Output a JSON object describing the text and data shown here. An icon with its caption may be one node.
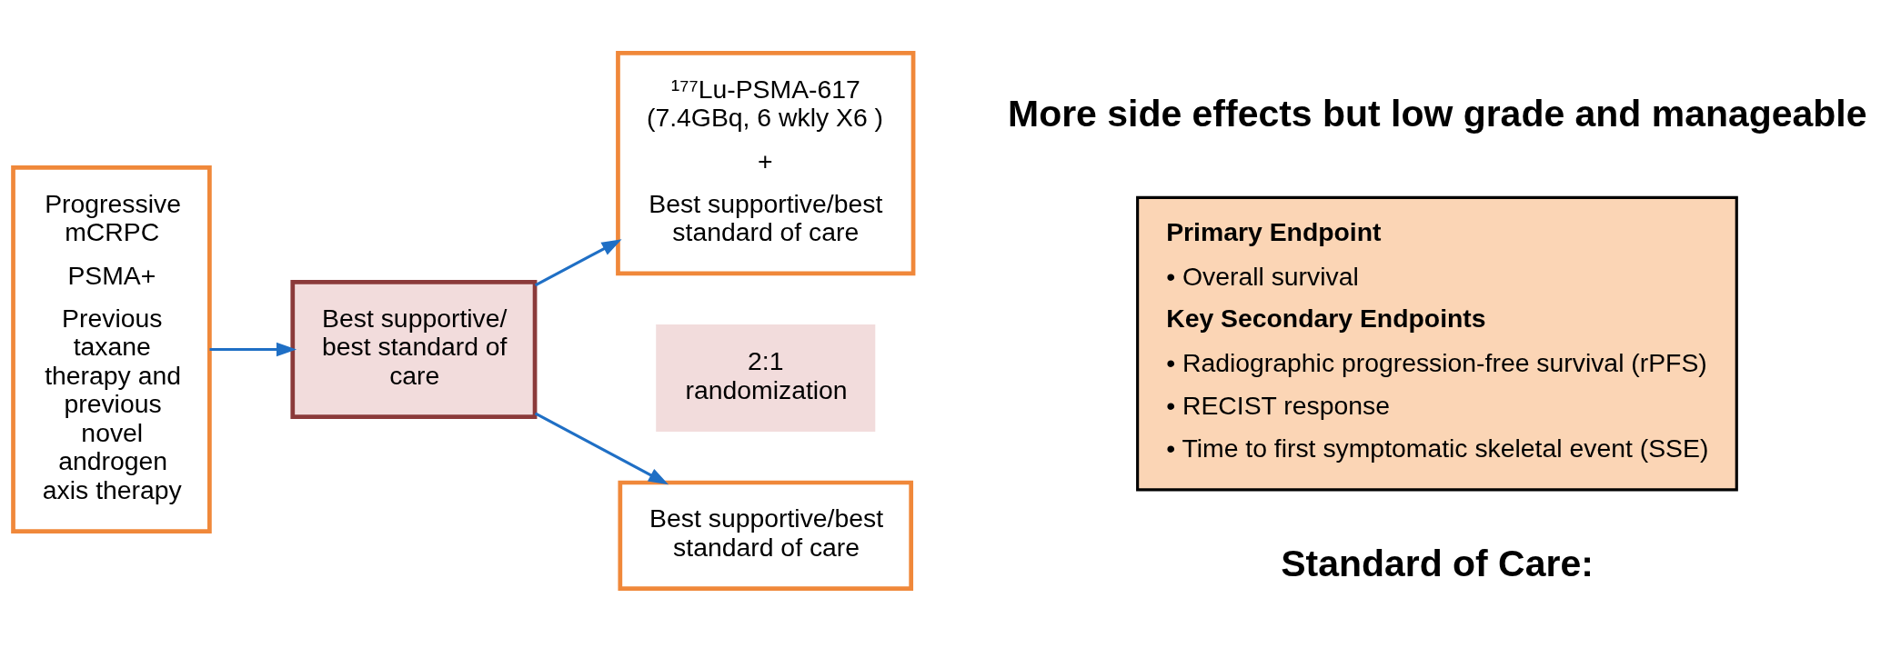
{
  "diagram": {
    "nodes": [
      {
        "text": [
          "Progressive mCRPC",
          "PSMA+",
          "Previous taxane therapy and previous novel androgen axis therapy"
        ]
      },
      {
        "text": [
          "Best supportive/ best standard of care"
        ]
      },
      {
        "text": [
          "¹⁷⁷Lu-PSMA-617 (7.4GBq, 6 wkly X6 )",
          "+",
          "Best supportive/best standard of care"
        ]
      },
      {
        "text": [
          "2:1 randomization"
        ]
      },
      {
        "text": [
          "Best supportive/best standard of care"
        ]
      },
      {
        "text": [
          "Primary Endpoint",
          "• Overall survival",
          "Key Secondary Endpoints",
          "• Radiographic progression-free survival (rPFS)",
          "• RECIST response",
          "• Time to first symptomatic skeletal event (SSE)"
        ]
      }
    ],
    "edges": [
      {
        "from": 0,
        "to": 1,
        "arrow": "to"
      },
      {
        "from": 1,
        "to": 2,
        "arrow": "to"
      },
      {
        "from": 1,
        "to": 4,
        "arrow": "to"
      }
    ],
    "labels": [
      "More side effects but low grade and manageable",
      "Standard of Care:"
    ]
  }
}
